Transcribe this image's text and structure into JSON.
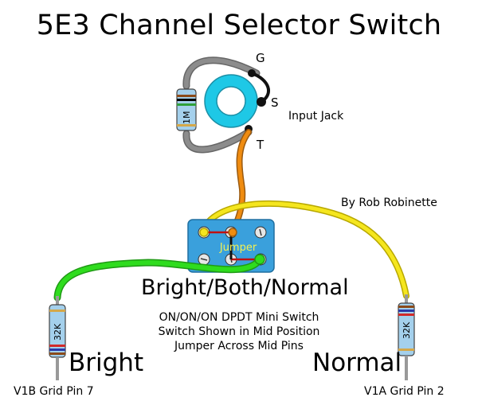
{
  "title": "5E3 Channel Selector Switch",
  "jack": {
    "ground_label": "G",
    "sleeve_label": "S",
    "tip_label": "T",
    "name": "Input Jack"
  },
  "resistor_1m": {
    "value": "1M"
  },
  "resistor_bright": {
    "value": "32K"
  },
  "resistor_normal": {
    "value": "32K"
  },
  "author": "By Rob Robinette",
  "switch": {
    "jumper_label": "Jumper",
    "positions_label": "Bright/Both/Normal",
    "notes": [
      "ON/ON/ON DPDT Mini Switch",
      "Switch Shown in Mid Position",
      "Jumper Across Mid Pins"
    ]
  },
  "channels": {
    "bright_label": "Bright",
    "normal_label": "Normal",
    "bright_destination": "V1B Grid Pin 7",
    "normal_destination": "V1A Grid Pin 2"
  },
  "colors": {
    "jack_ring": "#1ec8e6",
    "ground_wire": "#8c8c8c",
    "jack_black_wire": "#111111",
    "tip_wire": "#f08c10",
    "normal_wire": "#f5e61e",
    "bright_wire": "#2fdc1e",
    "switch_body": "#3aa0dc",
    "jumper_text": "#f5f050",
    "resistor_body": "#a4d0ec"
  }
}
